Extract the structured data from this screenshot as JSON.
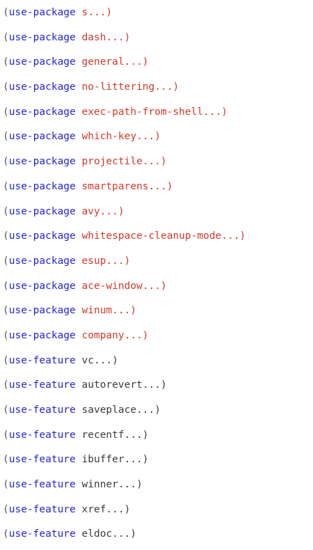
{
  "colors": {
    "keyword": "#2323d6",
    "package_name": "#d0392b",
    "feature_name": "#3a3a3a",
    "paren": "#555555",
    "background": "#ffffff"
  },
  "lines": [
    {
      "keyword": "use-package",
      "name": "s",
      "kind": "package"
    },
    {
      "keyword": "use-package",
      "name": "dash",
      "kind": "package"
    },
    {
      "keyword": "use-package",
      "name": "general",
      "kind": "package"
    },
    {
      "keyword": "use-package",
      "name": "no-littering",
      "kind": "package"
    },
    {
      "keyword": "use-package",
      "name": "exec-path-from-shell",
      "kind": "package"
    },
    {
      "keyword": "use-package",
      "name": "which-key",
      "kind": "package"
    },
    {
      "keyword": "use-package",
      "name": "projectile",
      "kind": "package"
    },
    {
      "keyword": "use-package",
      "name": "smartparens",
      "kind": "package"
    },
    {
      "keyword": "use-package",
      "name": "avy",
      "kind": "package"
    },
    {
      "keyword": "use-package",
      "name": "whitespace-cleanup-mode",
      "kind": "package"
    },
    {
      "keyword": "use-package",
      "name": "esup",
      "kind": "package"
    },
    {
      "keyword": "use-package",
      "name": "ace-window",
      "kind": "package"
    },
    {
      "keyword": "use-package",
      "name": "winum",
      "kind": "package"
    },
    {
      "keyword": "use-package",
      "name": "company",
      "kind": "package"
    },
    {
      "keyword": "use-feature",
      "name": "vc",
      "kind": "feature"
    },
    {
      "keyword": "use-feature",
      "name": "autorevert",
      "kind": "feature"
    },
    {
      "keyword": "use-feature",
      "name": "saveplace",
      "kind": "feature"
    },
    {
      "keyword": "use-feature",
      "name": "recentf",
      "kind": "feature"
    },
    {
      "keyword": "use-feature",
      "name": "ibuffer",
      "kind": "feature"
    },
    {
      "keyword": "use-feature",
      "name": "winner",
      "kind": "feature"
    },
    {
      "keyword": "use-feature",
      "name": "xref",
      "kind": "feature"
    },
    {
      "keyword": "use-feature",
      "name": "eldoc",
      "kind": "feature"
    }
  ],
  "open_paren": "(",
  "ellipsis_close": "...)"
}
